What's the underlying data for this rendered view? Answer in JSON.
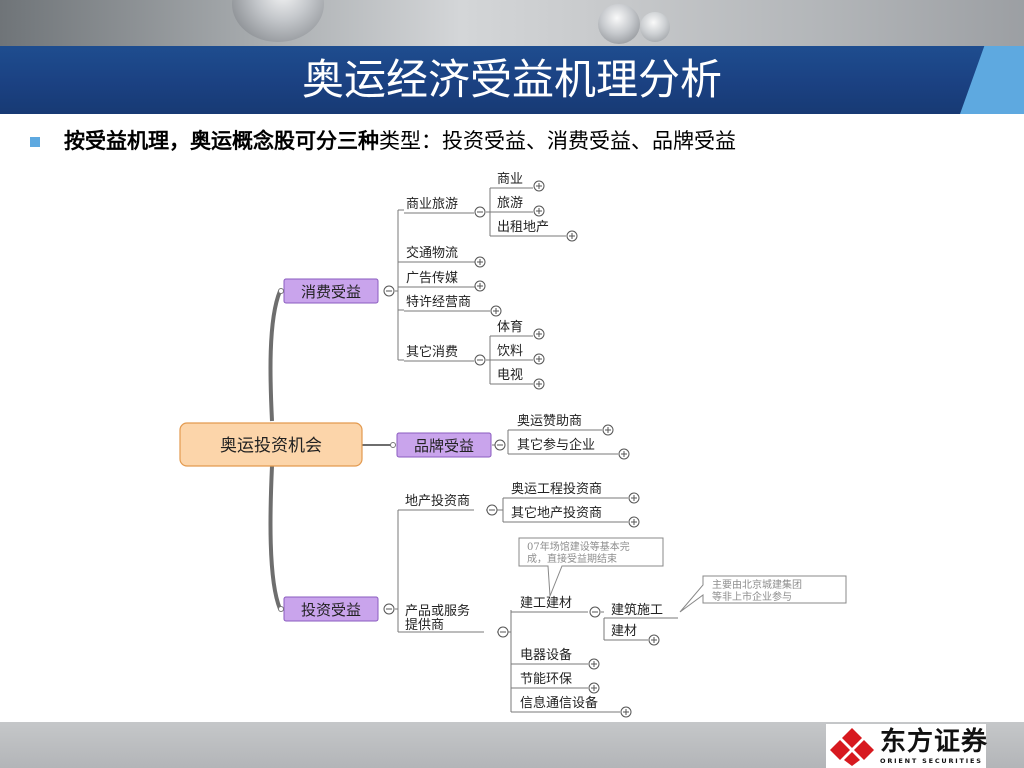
{
  "slide": {
    "title": "奥运经济受益机理分析",
    "bullet": {
      "bold_part": "按受益机理，奥运概念股可分三种",
      "normal_part": "类型：投资受益、消费受益、品牌受益"
    }
  },
  "mindmap": {
    "root": "奥运投资机会",
    "branches": [
      {
        "label": "消费受益",
        "children": [
          {
            "label": "商业旅游",
            "children": [
              "商业",
              "旅游",
              "出租地产"
            ]
          },
          {
            "label": "交通物流"
          },
          {
            "label": "广告传媒"
          },
          {
            "label": "特许经营商"
          },
          {
            "label": "其它消费",
            "children": [
              "体育",
              "饮料",
              "电视"
            ]
          }
        ]
      },
      {
        "label": "品牌受益",
        "children": [
          {
            "label": "奥运赞助商"
          },
          {
            "label": "其它参与企业"
          }
        ]
      },
      {
        "label": "投资受益",
        "children": [
          {
            "label": "地产投资商",
            "children": [
              "奥运工程投资商",
              "其它地产投资商"
            ]
          },
          {
            "label_lines": [
              "产品或服务",
              "提供商"
            ],
            "children": [
              {
                "label": "建工建材",
                "children": [
                  "建筑施工",
                  "建材"
                ]
              },
              {
                "label": "电器设备"
              },
              {
                "label": "节能环保"
              },
              {
                "label": "信息通信设备"
              }
            ]
          }
        ]
      }
    ],
    "callouts": {
      "construction_lines": [
        "07年场馆建设等基本完",
        "成，直接受益期结束"
      ],
      "builders_lines": [
        "主要由北京城建集团",
        "等非上市企业参与"
      ]
    }
  },
  "colors": {
    "title_bar": "#1b4182",
    "accent": "#5ea9e0",
    "root_fill": "#fcd5aa",
    "root_stroke": "#e39a4f",
    "branch_fill": "#c9a4ec",
    "branch_stroke": "#8a5bbf",
    "logo_red": "#d7191f"
  },
  "footer": {
    "logo_name": "东方证券",
    "logo_en": "ORIENT SECURITIES"
  }
}
